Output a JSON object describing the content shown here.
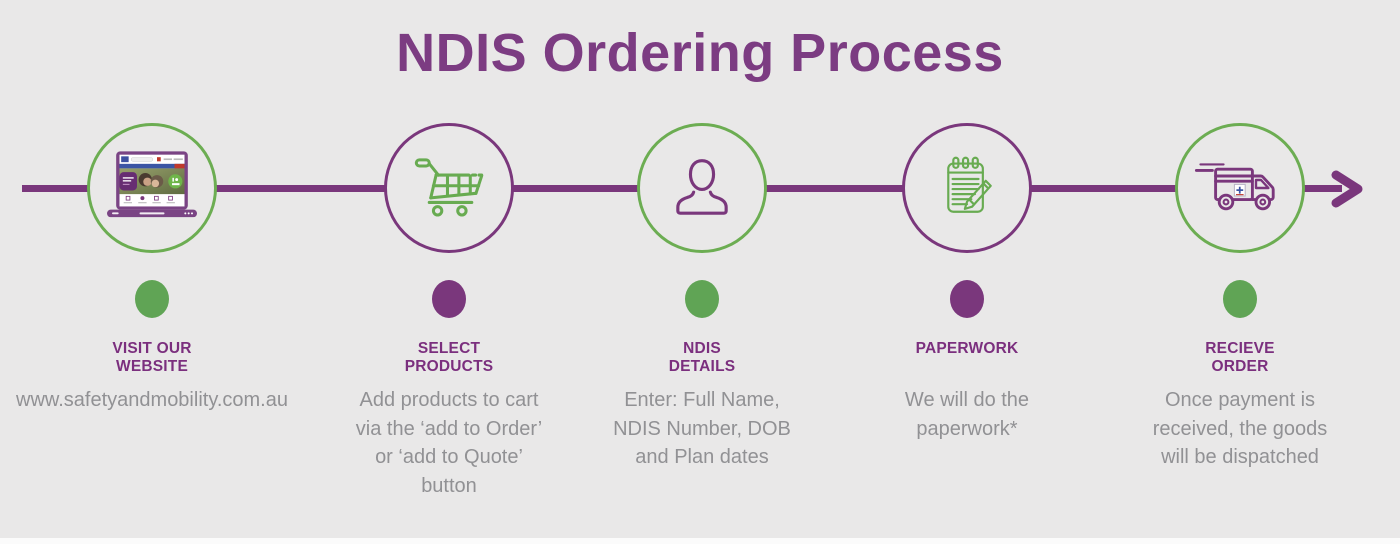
{
  "title": "NDIS Ordering Process",
  "colors": {
    "background": "#e9e8e8",
    "purple": "#7a377c",
    "green": "#67aa4f",
    "title_purple": "#7c3c82",
    "heading_purple": "#7b2f7e",
    "body_gray": "#919194"
  },
  "timeline": {
    "direction": "left-to-right",
    "arrowhead": "right"
  },
  "steps": [
    {
      "id": "visit-website",
      "circle_color": "green",
      "icon": "laptop-website-icon",
      "dot_color": "green",
      "heading": "VISIT OUR\nWEBSITE",
      "body": "www.safetyandmobility.com.au"
    },
    {
      "id": "select-products",
      "circle_color": "purple",
      "icon": "shopping-cart-icon",
      "dot_color": "purple",
      "heading": "SELECT\nPRODUCTS",
      "body": "Add products to cart\nvia the ‘add to Order’\nor ‘add to Quote’\nbutton"
    },
    {
      "id": "ndis-details",
      "circle_color": "green",
      "icon": "person-icon",
      "dot_color": "green",
      "heading": "NDIS\nDETAILS",
      "body": "Enter: Full Name,\nNDIS Number, DOB\nand Plan dates"
    },
    {
      "id": "paperwork",
      "circle_color": "purple",
      "icon": "notepad-pencil-icon",
      "dot_color": "purple",
      "heading": "PAPERWORK",
      "body": "We will do the\npaperwork*"
    },
    {
      "id": "receive-order",
      "circle_color": "green",
      "icon": "delivery-truck-icon",
      "dot_color": "green",
      "heading": "RECIEVE\nORDER",
      "body": "Once payment is\nreceived, the goods\nwill be dispatched"
    }
  ]
}
